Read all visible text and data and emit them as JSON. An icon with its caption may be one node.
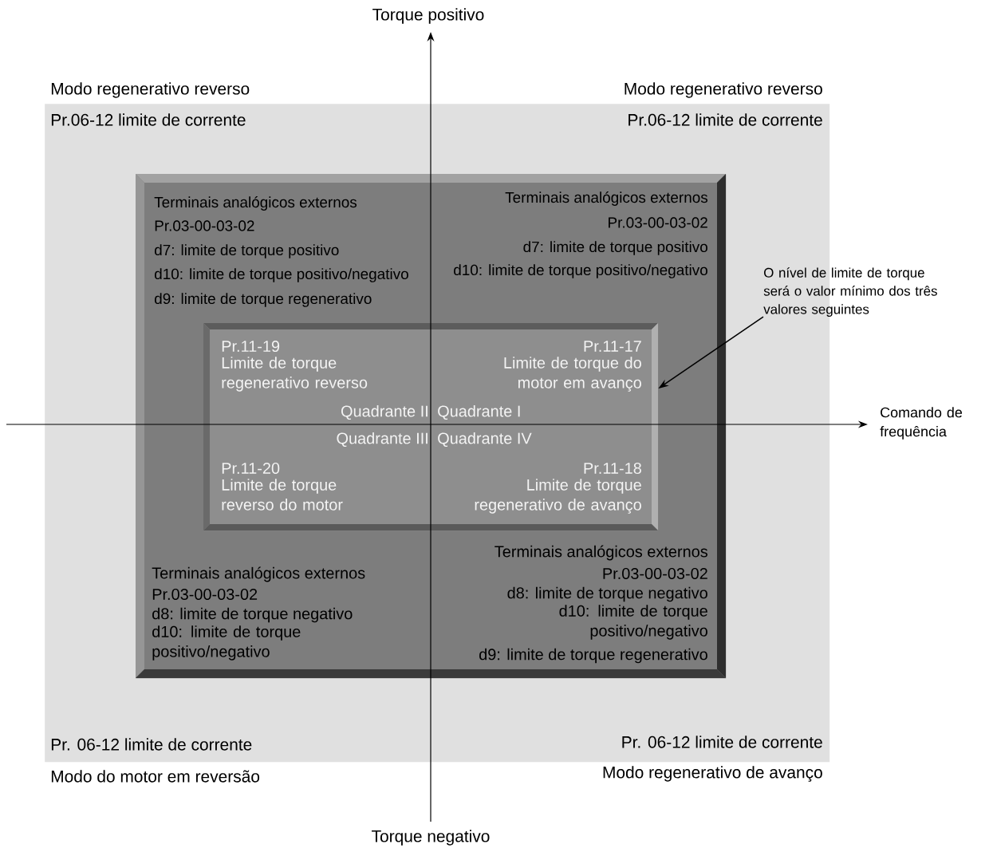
{
  "diagram": {
    "nodes": [
      {
        "text": [
          "Pr.06-12 limite de corrente",
          "Pr.06-12 limite de corrente",
          "Pr. 06-12 limite de corrente",
          "Pr. 06-12 limite de corrente"
        ]
      },
      {
        "text": [
          "Terminais analógicos externos",
          "Pr.03-00-03-02",
          "d7: limite de torque positivo",
          "d10: limite de torque positivo/negativo",
          "d9: limite de torque regenerativo",
          "Terminais analógicos externos",
          "Pr.03-00-03-02",
          "d7: limite de torque positivo",
          "d10: limite de torque positivo/negativo",
          "Terminais analógicos externos",
          "Pr.03-00-03-02",
          "d8: limite de torque negativo",
          "d10: limite de torque positivo/negativo",
          "Terminais analógicos externos",
          "Pr.03-00-03-02",
          "d8: limite de torque negativo",
          "d10: limite de torque positivo/negativo",
          "d9: limite de torque regenerativo"
        ],
        "in": 0
      },
      {
        "text": [
          "Pr.11-19",
          "Limite de torque regenerativo reverso",
          "Pr.11-17",
          "Limite de torque do motor em avanço",
          "Quadrante II",
          "Quadrante I",
          "Quadrante III",
          "Quadrante IV",
          "Pr.11-20",
          "Limite de torque reverso do motor",
          "Pr.11-18",
          "Limite de torque regenerativo de avanço"
        ],
        "in": 1
      },
      {
        "text": [
          "O nível de limite de torque será o valor mínimo dos três valores seguintes"
        ]
      }
    ],
    "edges": [
      {
        "from": 3,
        "to": 2,
        "arrow": "to"
      }
    ],
    "labels": [
      "Torque positivo",
      "Modo regenerativo reverso",
      "Modo regenerativo reverso",
      "Comando de frequência",
      "Modo do motor em reversão",
      "Modo regenerativo de avanço",
      "Torque negativo"
    ]
  }
}
